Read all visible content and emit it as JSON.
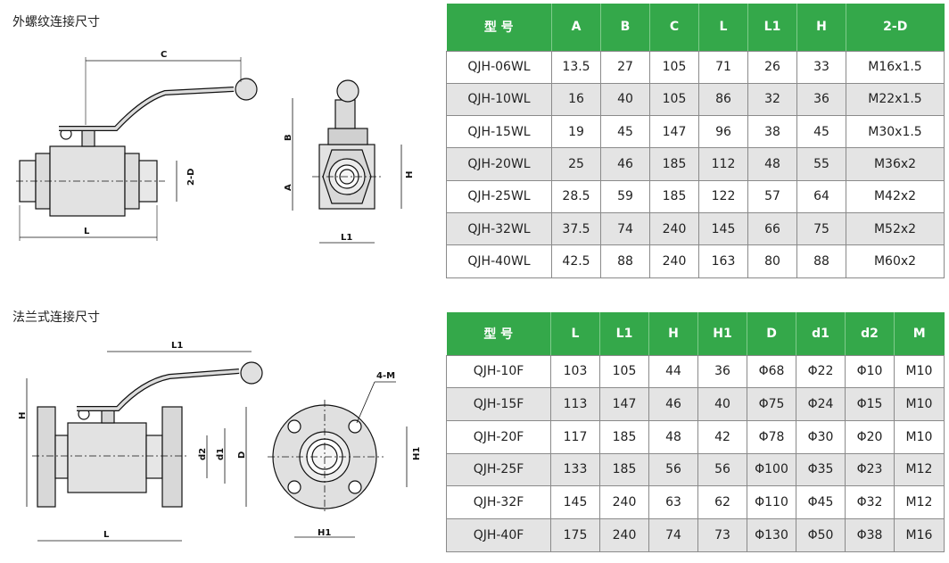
{
  "threaded": {
    "title": "外螺纹连接尺寸",
    "drawing_labels": {
      "C": "C",
      "L": "L",
      "D2": "2-D",
      "B": "B",
      "A": "A",
      "H": "H",
      "L1": "L1"
    },
    "headers": [
      "型 号",
      "A",
      "B",
      "C",
      "L",
      "L1",
      "H",
      "2-D"
    ],
    "rows": [
      [
        "QJH-06WL",
        "13.5",
        "27",
        "105",
        "71",
        "26",
        "33",
        "M16x1.5"
      ],
      [
        "QJH-10WL",
        "16",
        "40",
        "105",
        "86",
        "32",
        "36",
        "M22x1.5"
      ],
      [
        "QJH-15WL",
        "19",
        "45",
        "147",
        "96",
        "38",
        "45",
        "M30x1.5"
      ],
      [
        "QJH-20WL",
        "25",
        "46",
        "185",
        "112",
        "48",
        "55",
        "M36x2"
      ],
      [
        "QJH-25WL",
        "28.5",
        "59",
        "185",
        "122",
        "57",
        "64",
        "M42x2"
      ],
      [
        "QJH-32WL",
        "37.5",
        "74",
        "240",
        "145",
        "66",
        "75",
        "M52x2"
      ],
      [
        "QJH-40WL",
        "42.5",
        "88",
        "240",
        "163",
        "80",
        "88",
        "M60x2"
      ]
    ]
  },
  "flange": {
    "title": "法兰式连接尺寸",
    "drawing_labels": {
      "L1": "L1",
      "H": "H",
      "L": "L",
      "d2": "d2",
      "d1": "d1",
      "D": "D",
      "M4": "4-M",
      "H1": "H1",
      "H1b": "H1"
    },
    "headers": [
      "型 号",
      "L",
      "L1",
      "H",
      "H1",
      "D",
      "d1",
      "d2",
      "M"
    ],
    "rows": [
      [
        "QJH-10F",
        "103",
        "105",
        "44",
        "36",
        "Φ68",
        "Φ22",
        "Φ10",
        "M10"
      ],
      [
        "QJH-15F",
        "113",
        "147",
        "46",
        "40",
        "Φ75",
        "Φ24",
        "Φ15",
        "M10"
      ],
      [
        "QJH-20F",
        "117",
        "185",
        "48",
        "42",
        "Φ78",
        "Φ30",
        "Φ20",
        "M10"
      ],
      [
        "QJH-25F",
        "133",
        "185",
        "56",
        "56",
        "Φ100",
        "Φ35",
        "Φ23",
        "M12"
      ],
      [
        "QJH-32F",
        "145",
        "240",
        "63",
        "62",
        "Φ110",
        "Φ45",
        "Φ32",
        "M12"
      ],
      [
        "QJH-40F",
        "175",
        "240",
        "74",
        "73",
        "Φ130",
        "Φ50",
        "Φ38",
        "M16"
      ]
    ]
  },
  "colors": {
    "header_bg": "#34a84a",
    "header_text": "#ffffff",
    "stripe": "#e4e4e4"
  }
}
